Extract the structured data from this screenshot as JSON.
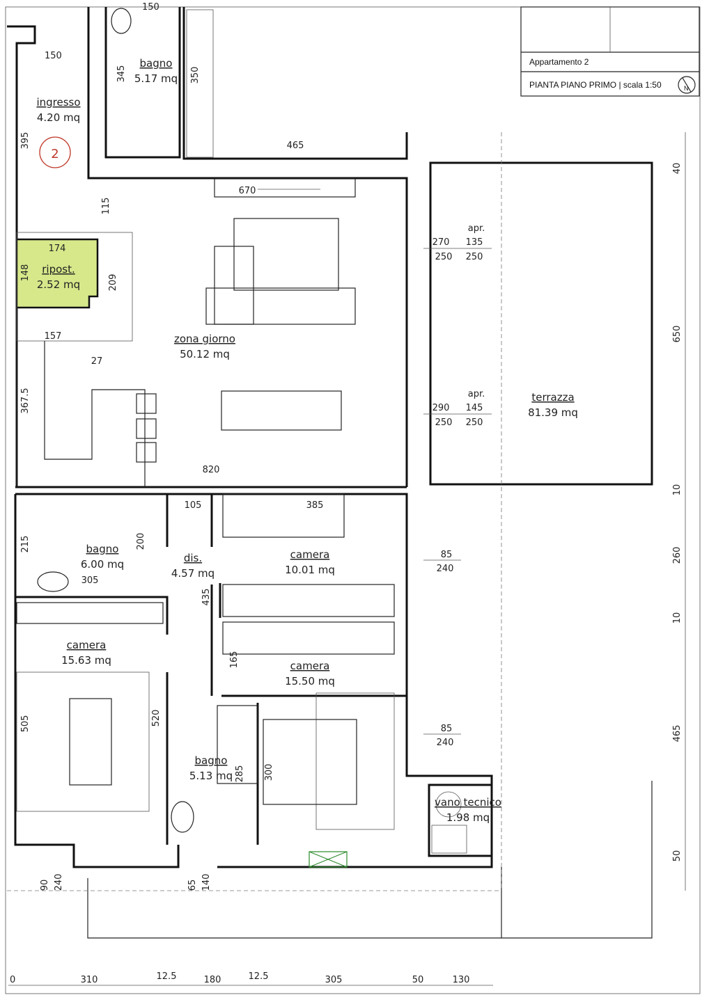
{
  "title_block": {
    "project": "Appartamento 2",
    "sheet": "PIANTA PIANO PRIMO | scala 1:50",
    "north": "N"
  },
  "unit_badge": "2",
  "rooms": [
    {
      "id": "ingresso",
      "name": "ingresso",
      "area": "4.20 mq"
    },
    {
      "id": "bagno-top",
      "name": "bagno",
      "area": "5.17 mq"
    },
    {
      "id": "ripost",
      "name": "ripost.",
      "area": "2.52 mq"
    },
    {
      "id": "zona-giorno",
      "name": "zona giorno",
      "area": "50.12 mq"
    },
    {
      "id": "terrazza",
      "name": "terrazza",
      "area": "81.39 mq"
    },
    {
      "id": "bagno-left",
      "name": "bagno",
      "area": "6.00 mq"
    },
    {
      "id": "dis",
      "name": "dis.",
      "area": "4.57 mq"
    },
    {
      "id": "camera-mid",
      "name": "camera",
      "area": "10.01 mq"
    },
    {
      "id": "camera-left",
      "name": "camera",
      "area": "15.63 mq"
    },
    {
      "id": "camera-bottom",
      "name": "camera",
      "area": "15.50 mq"
    },
    {
      "id": "bagno-bottom",
      "name": "bagno",
      "area": "5.13 mq"
    },
    {
      "id": "vano-tecnico",
      "name": "vano tecnico",
      "area": "1.98 mq"
    }
  ],
  "dimensions": [
    "150",
    "150",
    "345",
    "350",
    "395",
    "465",
    "115",
    "670",
    "174",
    "148",
    "209",
    "157",
    "27",
    "367.5",
    "820",
    "105",
    "385",
    "215",
    "200",
    "305",
    "435",
    "165",
    "520",
    "285",
    "300",
    "505",
    "apr.",
    "270",
    "135",
    "250",
    "250",
    "apr.",
    "290",
    "145",
    "250",
    "250",
    "85",
    "240",
    "85",
    "240",
    "40",
    "650",
    "10",
    "260",
    "10",
    "465",
    "50",
    "90",
    "240",
    "65",
    "140",
    "0",
    "310",
    "12.5",
    "180",
    "12.5",
    "305",
    "50",
    "130"
  ]
}
